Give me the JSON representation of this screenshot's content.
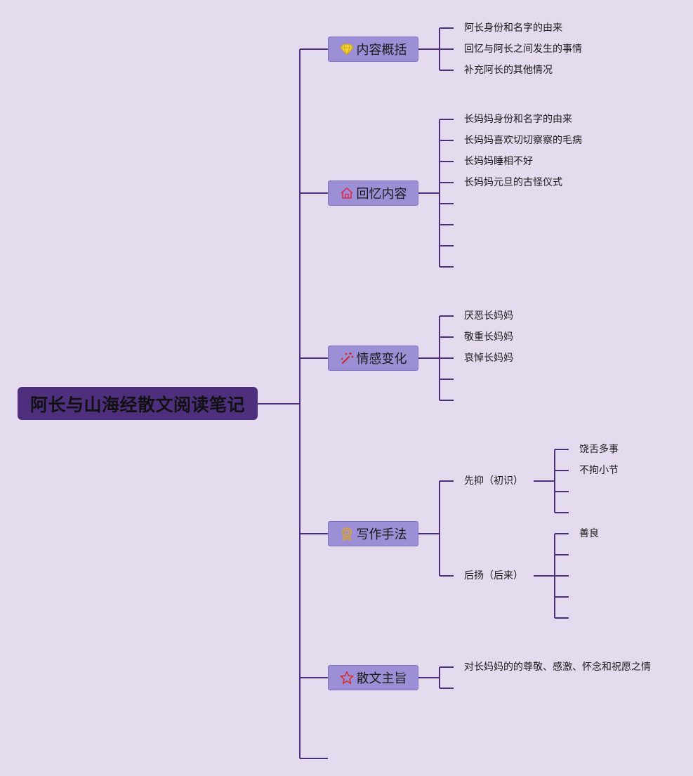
{
  "root": {
    "title": "阿长与山海经散文阅读笔记"
  },
  "colors": {
    "background": "#e4dbee",
    "line": "#4e2f7e",
    "root_fill": "#4e2f7e",
    "branch_fill": "#9c8fd6"
  },
  "branches": [
    {
      "title": "内容概括",
      "icon": "gem-icon",
      "items": [
        "阿长身份和名字的由来",
        "回忆与阿长之间发生的事情",
        "补充阿长的其他情况"
      ]
    },
    {
      "title": "回忆内容",
      "icon": "house-icon",
      "items": [
        "长妈妈身份和名字的由来",
        "长妈妈喜欢切切察察的毛病",
        "长妈妈睡相不好",
        "长妈妈元旦的古怪仪式"
      ]
    },
    {
      "title": "情感变化",
      "icon": "magic-wand-icon",
      "items": [
        "厌恶长妈妈",
        "敬重长妈妈",
        "哀悼长妈妈"
      ]
    },
    {
      "title": "写作手法",
      "icon": "medal-icon",
      "groups": [
        {
          "label": "先抑（初识）",
          "items": [
            "饶舌多事",
            "不拘小节"
          ]
        },
        {
          "label": "后扬（后来）",
          "items": [
            "善良"
          ]
        }
      ]
    },
    {
      "title": "散文主旨",
      "icon": "star-icon",
      "items": [
        "对长妈妈的的尊敬、感激、怀念和祝愿之情"
      ]
    }
  ]
}
